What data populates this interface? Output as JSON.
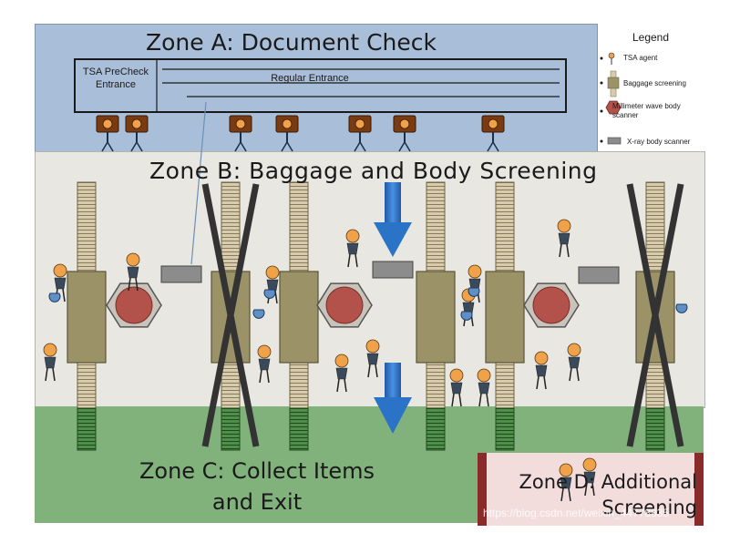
{
  "zones": {
    "a": {
      "title": "Zone A: Document Check"
    },
    "b": {
      "title": "Zone B: Baggage and Body Screening"
    },
    "c": {
      "title": "Zone C: Collect Items and Exit"
    },
    "d": {
      "title": "Zone D: Additional Screening"
    }
  },
  "entrances": {
    "precheck": "TSA PreCheck Entrance",
    "regular": "Regular Entrance"
  },
  "legend": {
    "title": "Legend",
    "items": {
      "agent": "TSA agent",
      "baggage": "Baggage screening",
      "mmwave": "Millimeter wave body scanner",
      "xray": "X-ray body scanner"
    }
  },
  "watermark": "https://blog.csdn.net/weixin_44778835",
  "colors": {
    "zone_a": "#a9bfd9",
    "zone_b": "#e9e7e1",
    "zone_c": "#82b27c",
    "zone_d": "#f2dcdc",
    "baggage": "#9c9268",
    "mmwave": "#b3514b",
    "agent_head": "#f0a24a",
    "arrow": "#2b73c6"
  }
}
